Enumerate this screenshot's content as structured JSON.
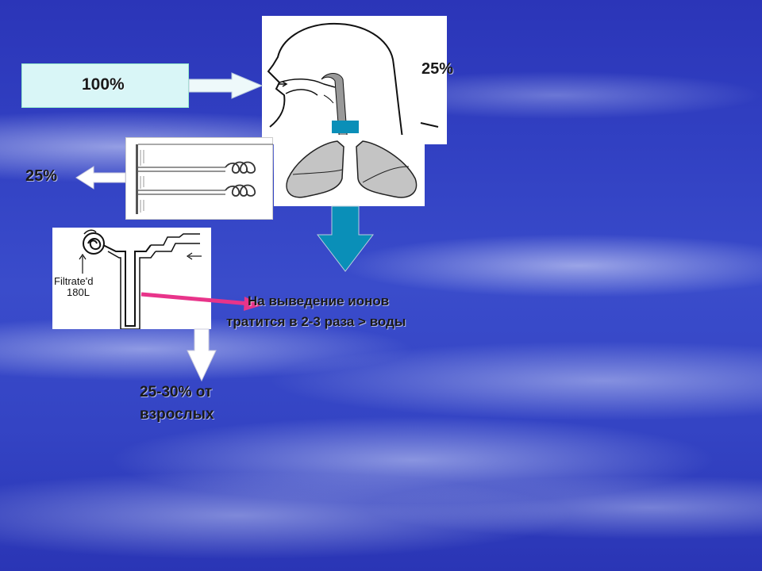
{
  "diagram": {
    "input": {
      "label": "100%"
    },
    "lungs_loss": {
      "label": "25%"
    },
    "skin_loss": {
      "label": "25%"
    },
    "kidney_loss": {
      "line1": "25-30% от",
      "line2": "взрослых"
    },
    "kidney_caption": {
      "line1": "Filtrate'd",
      "line2": "180L"
    },
    "note": {
      "line1": "На выведение ионов",
      "line2": "тратится в 2-3 раза > воды"
    }
  },
  "colors": {
    "input_box": "#d9f6f7",
    "teal_arrow": "#0a8fb8",
    "pink_arrow": "#e8348a",
    "organ_gray": "#c4c4c4"
  }
}
